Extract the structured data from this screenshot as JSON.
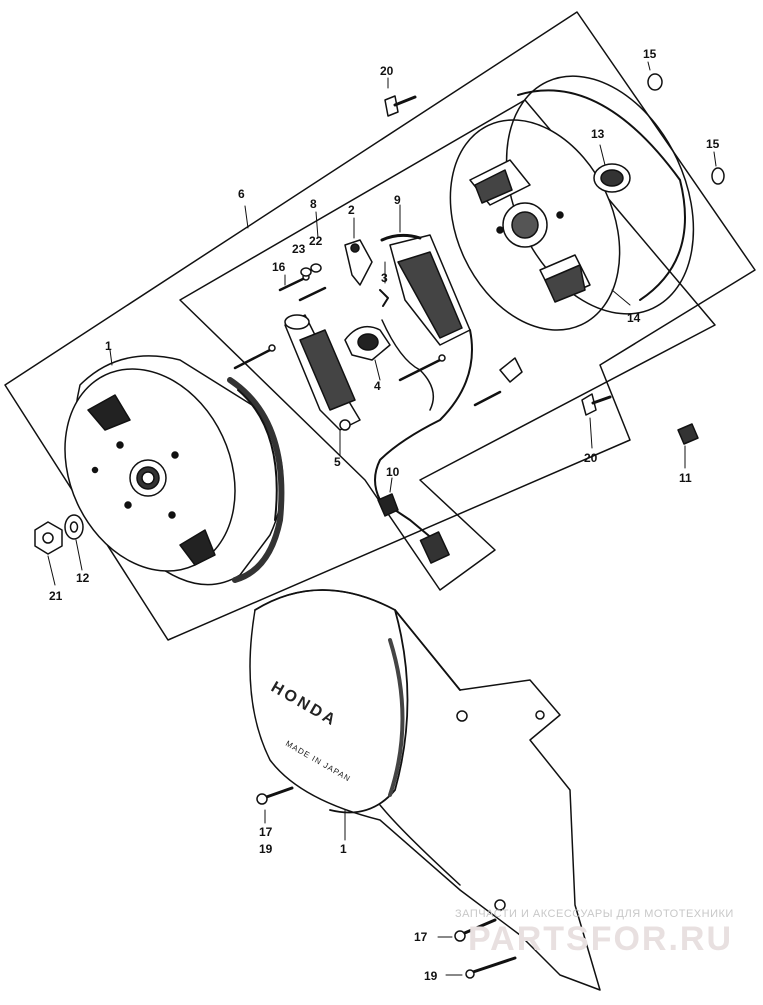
{
  "diagram": {
    "callouts": {
      "c1": "1",
      "c1b": "1",
      "c2": "2",
      "c3": "3",
      "c4": "4",
      "c5": "5",
      "c6": "6",
      "c8": "8",
      "c9": "9",
      "c10": "10",
      "c11": "11",
      "c12": "12",
      "c13": "13",
      "c14": "14",
      "c15a": "15",
      "c15b": "15",
      "c16": "16",
      "c17a": "17",
      "c17b": "17",
      "c19a": "19",
      "c19b": "19",
      "c20a": "20",
      "c20b": "20",
      "c21": "21",
      "c22": "22",
      "c23": "23"
    },
    "cover_emblem": "HONDA",
    "cover_made_in": "MADE IN JAPAN"
  },
  "watermark": {
    "caption": "ЗАПЧАСТИ И АКСЕССУАРЫ ДЛЯ МОТОТЕХНИКИ",
    "brand": "PARTSFOR.RU"
  }
}
